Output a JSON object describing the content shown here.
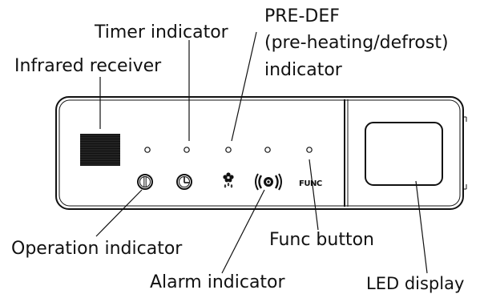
{
  "labels": {
    "timer_indicator": "Timer indicator",
    "predef_line1": "PRE-DEF",
    "predef_line2": "(pre-heating/defrost)",
    "predef_line3": "indicator",
    "infrared_receiver": "Infrared receiver",
    "operation_indicator": "Operation indicator",
    "func_button": "Func button",
    "alarm_indicator": "Alarm indicator",
    "led_display": "LED display"
  },
  "panel": {
    "func_key_text": "FUNC"
  },
  "icons": [
    "infrared-receiver-grille",
    "power-icon",
    "clock-icon",
    "defrost-icon",
    "alarm-icon"
  ],
  "colors": {
    "ink": "#111111",
    "background": "#ffffff"
  }
}
